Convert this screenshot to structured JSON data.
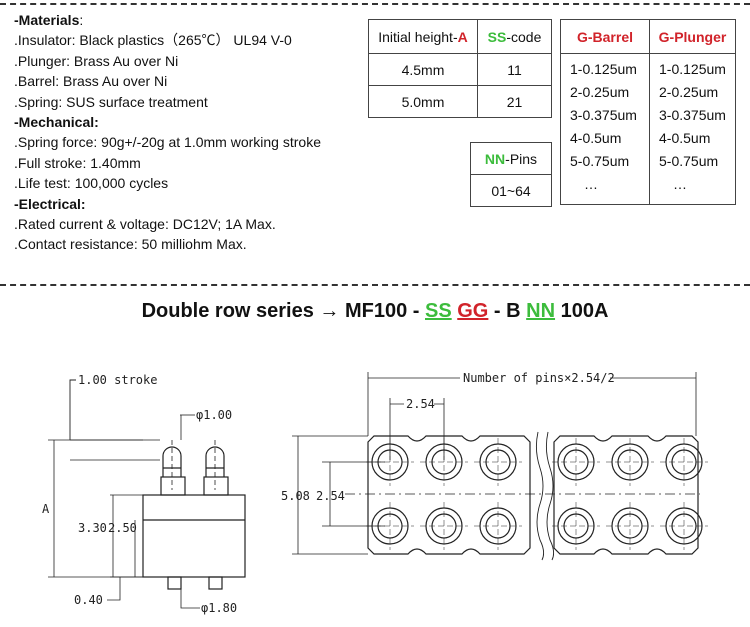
{
  "specs": [
    {
      "text": "-Materials",
      "suffix": ":",
      "header": true
    },
    {
      "text": ".Insulator: Black plastics（265℃） UL94 V-0"
    },
    {
      "text": ".Plunger: Brass Au over Ni"
    },
    {
      "text": ".Barrel: Brass Au over Ni"
    },
    {
      "text": ".Spring: SUS surface treatment"
    },
    {
      "text": "-Mechanical:",
      "header": true
    },
    {
      "text": ".Spring force: 90g+/-20g at 1.0mm working stroke"
    },
    {
      "text": ".Full stroke: 1.40mm"
    },
    {
      "text": ".Life test: 100,000 cycles"
    },
    {
      "text": "-Electrical:",
      "header": true
    },
    {
      "text": ".Rated current & voltage: DC12V; 1A Max."
    },
    {
      "text": ".Contact resistance: 50 milliohm Max."
    }
  ],
  "height_table": {
    "col1_prefix": "Initial height-",
    "col1_key": "A",
    "col2_key": "SS",
    "col2_suffix": "-code",
    "rows": [
      [
        "4.5mm",
        "11"
      ],
      [
        "5.0mm",
        "21"
      ]
    ]
  },
  "pins_table": {
    "key": "NN",
    "suffix": "-Pins",
    "value": "01~64"
  },
  "plating_table": {
    "headers": [
      "G-Barrel",
      "G-Plunger"
    ],
    "rows": [
      [
        "1-0.125um",
        "1-0.125um"
      ],
      [
        "2-0.25um",
        "2-0.25um"
      ],
      [
        "3-0.375um",
        "3-0.375um"
      ],
      [
        "4-0.5um",
        "4-0.5um"
      ],
      [
        "5-0.75um",
        "5-0.75um"
      ],
      [
        "…",
        "…"
      ]
    ]
  },
  "series_title": {
    "prefix": "Double row series → MF100 - ",
    "ss": "SS",
    "gg": "GG",
    "mid": " - B ",
    "nn": "NN",
    "suffix": " 100A"
  },
  "side_view": {
    "stroke": "1.00 stroke",
    "phi_top": "φ1.00",
    "height_label": "A",
    "dim_330": "3.30",
    "dim_250": "2.50",
    "dim_040": "0.40",
    "phi_bottom": "φ1.80"
  },
  "top_view": {
    "width_label": "Number of pins×2.54/2",
    "pitch": "2.54",
    "dim_508": "5.08",
    "dim_254": "2.54"
  },
  "colors": {
    "red": "#d1232a",
    "green": "#3cbc3c"
  }
}
